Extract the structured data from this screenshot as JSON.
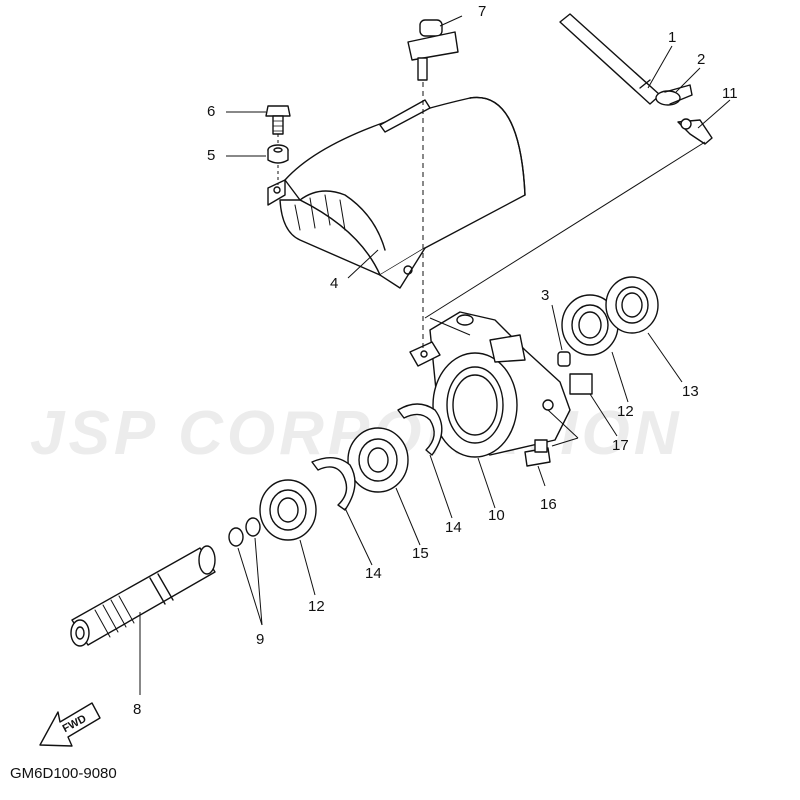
{
  "watermark": "JSP CORPORATION",
  "diagram_code": "GM6D100-9080",
  "fwd_label": "FWD",
  "callouts": {
    "c1": "1",
    "c2": "2",
    "c3": "3",
    "c4": "4",
    "c5": "5",
    "c6": "6",
    "c7": "7",
    "c8": "8",
    "c9": "9",
    "c10": "10",
    "c11": "11",
    "c12a": "12",
    "c12b": "12",
    "c13": "13",
    "c14a": "14",
    "c14b": "14",
    "c15": "15",
    "c16": "16",
    "c17": "17"
  }
}
